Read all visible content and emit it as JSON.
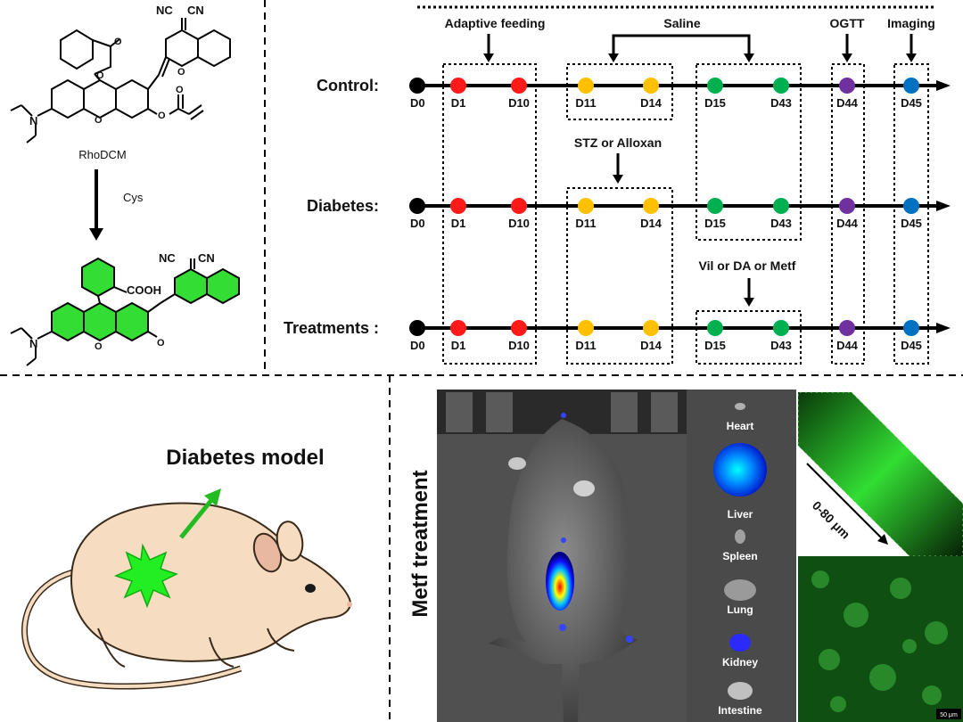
{
  "chemistry": {
    "probe_name": "RhoDCM",
    "reagent": "Cys",
    "probe_groups": {
      "nc_left": "NC",
      "cn_right": "CN",
      "nitrogen": "N"
    },
    "product_groups": {
      "nc_left": "NC",
      "cn_right": "CN",
      "acid": "COOH",
      "nitrogen": "N"
    }
  },
  "timeline": {
    "phase_labels": {
      "adaptive": "Adaptive feeding",
      "saline": "Saline",
      "ogtt": "OGTT",
      "imaging": "Imaging",
      "stz": "STZ or Alloxan",
      "drugs": "Vil or DA or Metf"
    },
    "groups": [
      {
        "name": "Control:"
      },
      {
        "name": "Diabetes:"
      },
      {
        "name": "Treatments :"
      }
    ],
    "days": [
      "D0",
      "D1",
      "D10",
      "D11",
      "D14",
      "D15",
      "D43",
      "D44",
      "D45"
    ],
    "dot_colors": [
      "#000000",
      "#ff1a1a",
      "#ff1a1a",
      "#ffc000",
      "#ffc000",
      "#00b050",
      "#00b050",
      "#7030a0",
      "#0070c0"
    ]
  },
  "model": {
    "title": "Diabetes model"
  },
  "imaging": {
    "side_title": "Metf treatment",
    "organs": [
      "Heart",
      "Liver",
      "Spleen",
      "Lung",
      "Kidney",
      "Intestine"
    ],
    "depth_label": "0-80 μm",
    "scale_bar": "50 μm"
  }
}
